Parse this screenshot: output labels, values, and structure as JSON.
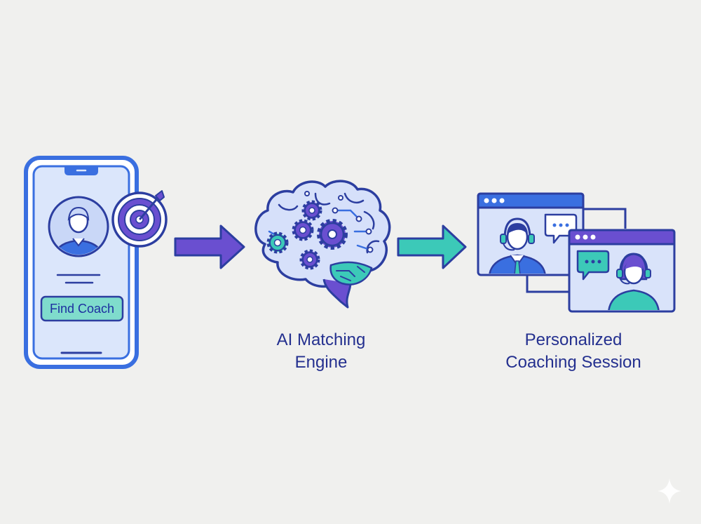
{
  "phone": {
    "button_label": "Find Coach"
  },
  "steps": {
    "matching_line1": "AI Matching",
    "matching_line2": "Engine",
    "session_line1": "Personalized",
    "session_line2": "Coaching Session"
  },
  "icons": {
    "phone": "smartphone-icon",
    "user": "user-avatar-icon",
    "target": "target-icon",
    "brain": "brain-gears-icon",
    "video": "video-call-icon",
    "chat": "chat-bubble-icon",
    "sparkle": "sparkle-icon"
  },
  "colors": {
    "outline": "#2c3ea0",
    "phone_blue": "#3a6fe0",
    "purple": "#6a4fd0",
    "teal": "#3cc9b8",
    "light_blue": "#c9d7f7"
  }
}
